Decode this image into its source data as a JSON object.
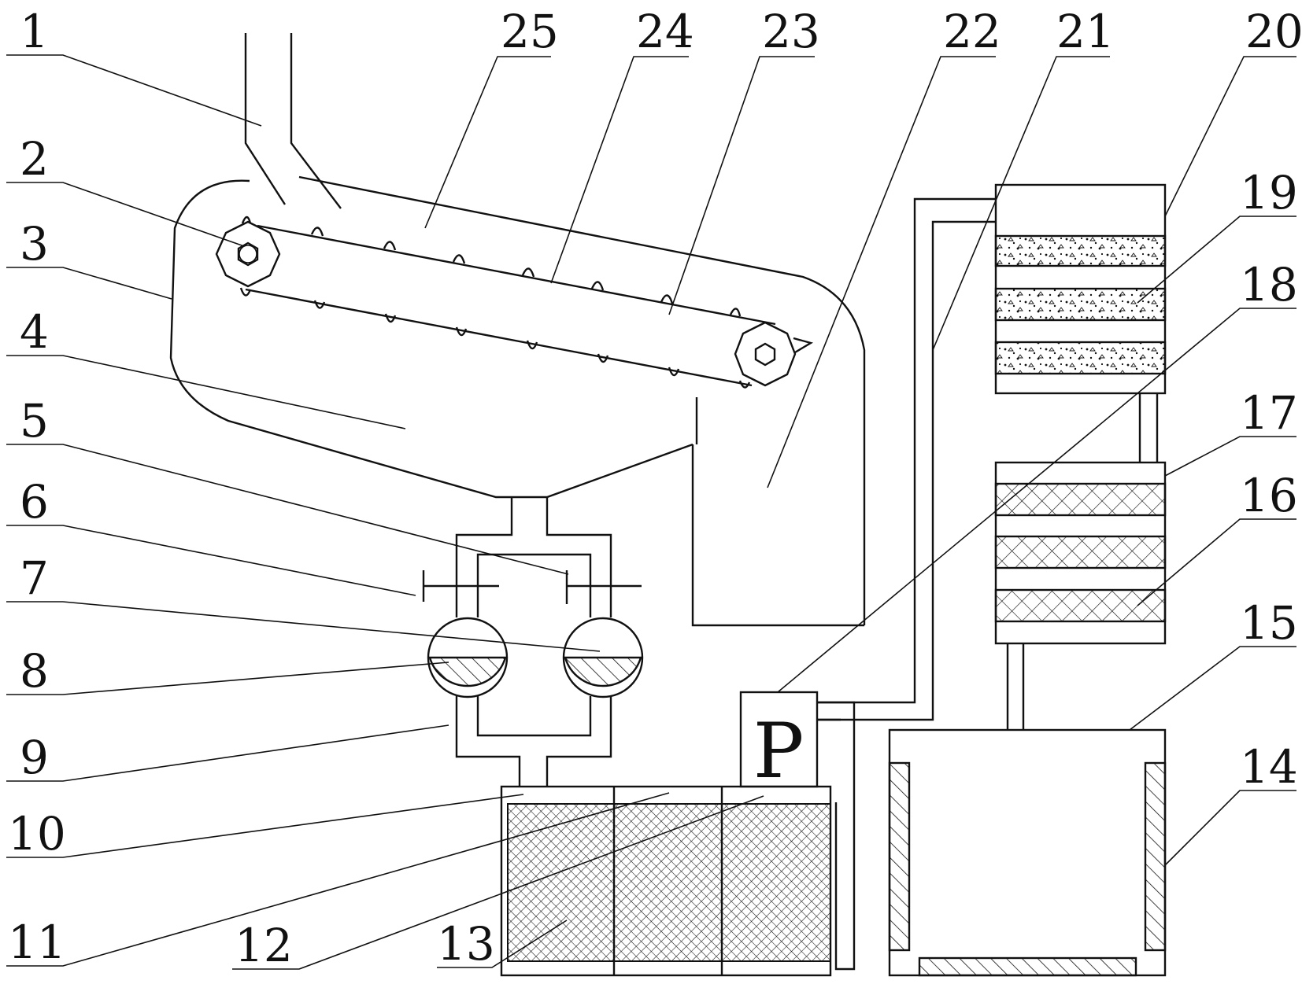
{
  "diagram": {
    "pump_symbol": "P",
    "labels": [
      "1",
      "2",
      "3",
      "4",
      "5",
      "6",
      "7",
      "8",
      "9",
      "10",
      "11",
      "12",
      "13",
      "14",
      "15",
      "16",
      "17",
      "18",
      "19",
      "20",
      "21",
      "22",
      "23",
      "24",
      "25"
    ]
  }
}
